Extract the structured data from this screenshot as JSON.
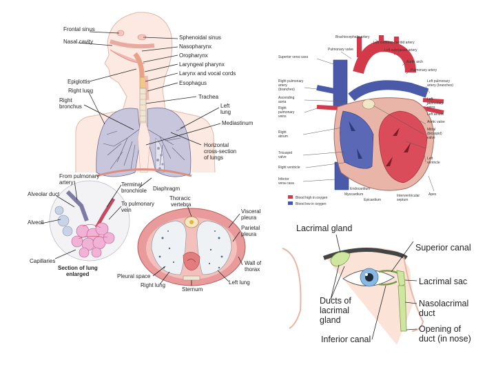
{
  "respiratory": {
    "left_labels": {
      "frontal_sinus": "Frontal sinus",
      "nasal_cavity": "Nasal cavity",
      "epiglottis": "Epiglottis",
      "right_lung": "Right lung",
      "right_bronchus_1": "Right",
      "right_bronchus_2": "bronchus"
    },
    "right_labels": {
      "sphenoidal_sinus": "Sphenoidal sinus",
      "nasopharynx": "Nasopharynx",
      "oropharynx": "Oropharynx",
      "laryngeal_pharynx": "Laryngeal pharynx",
      "larynx_vocal": "Larynx and vocal cords",
      "esophagus": "Esophagus",
      "trachea": "Trachea",
      "left_lung_1": "Left",
      "left_lung_2": "lung",
      "mediastinum": "Mediastinum",
      "horiz_1": "Horizontal",
      "horiz_2": "cross-section",
      "horiz_3": "of lungs"
    },
    "alveoli_labels": {
      "from_pulm_1": "From pulmonary",
      "from_pulm_2": "artery",
      "alveolar_duct": "Alveolar duct",
      "alveoli": "Alveoli",
      "capillaries": "Capillaries",
      "section_1": "Section of lung",
      "section_2": "enlarged",
      "terminal_1": "Terminal",
      "terminal_2": "bronchiole",
      "diaphragm": "Diaphragm",
      "to_pulm_1": "To pulmonary",
      "to_pulm_2": "vein"
    },
    "cross_labels": {
      "thoracic_1": "Thoracic",
      "thoracic_2": "vertebra",
      "visceral_1": "Visceral",
      "visceral_2": "pleura",
      "parietal_1": "Parietal",
      "parietal_2": "pleura",
      "wall_1": "Wall of",
      "wall_2": "thorax",
      "pleural_space": "Pleural space",
      "right_lung": "Right lung",
      "sternum": "Sternum",
      "left_lung": "Left lung"
    }
  },
  "heart": {
    "top_labels": {
      "brachiocephalic": "Brachiocephalic artery",
      "left_common_carotid": "Left common carotid artery",
      "left_subclavian": "Left subclavian artery",
      "pulmonary_valve": "Pulmonary valve",
      "superior_vena_cava": "Superior vena cava",
      "aortic_arch": "Aortic arch",
      "pulmonary_artery": "Pulmonary artery"
    },
    "left_labels": {
      "rpa_1": "Right pulmonary",
      "rpa_2": "artery",
      "rpa_3": "(branches)",
      "asc_aorta_1": "Ascending",
      "asc_aorta_2": "aorta",
      "rpv_1": "Right",
      "rpv_2": "pulmonary",
      "rpv_3": "veins",
      "ra_1": "Right",
      "ra_2": "atrium",
      "tric_1": "Tricuspid",
      "tric_2": "valve",
      "rv": "Right ventricle",
      "ivc_1": "Inferior",
      "ivc_2": "vena cava"
    },
    "right_labels": {
      "lpa_1": "Left pulmonary",
      "lpa_2": "artery (branches)",
      "lpv_1": "Left",
      "lpv_2": "pulmonary",
      "lpv_3": "veins",
      "la": "Left atrium",
      "aortic_valve": "Aortic valve",
      "mitral_1": "Mitral",
      "mitral_2": "(bicuspid)",
      "mitral_3": "valve",
      "lv_1": "Left",
      "lv_2": "ventricle",
      "apex": "Apex"
    },
    "bottom_labels": {
      "endocardium": "Endocardium",
      "myocardium": "Myocardium",
      "epicardium": "Epicardium",
      "septum_1": "Interventricular",
      "septum_2": "septum"
    },
    "legend": [
      {
        "label": "Blood high in oxygen",
        "color": "#d23a4a"
      },
      {
        "label": "Blood low in oxygen",
        "color": "#4456a8"
      }
    ]
  },
  "eye": {
    "lacrimal_gland": "Lacrimal gland",
    "superior_canal": "Superior canal",
    "lacrimal_sac": "Lacrimal sac",
    "ducts_1": "Ducts of",
    "ducts_2": "lacrimal",
    "ducts_3": "gland",
    "nasolacrimal_1": "Nasolacrimal",
    "nasolacrimal_2": "duct",
    "opening_1": "Opening of",
    "opening_2": "duct (in nose)",
    "inferior_canal": "Inferior canal"
  },
  "colors": {
    "oxygen_high": "#d23a4a",
    "oxygen_low": "#4456a8",
    "skin": "#f6d8cc",
    "gland": "#cfe6a0"
  }
}
